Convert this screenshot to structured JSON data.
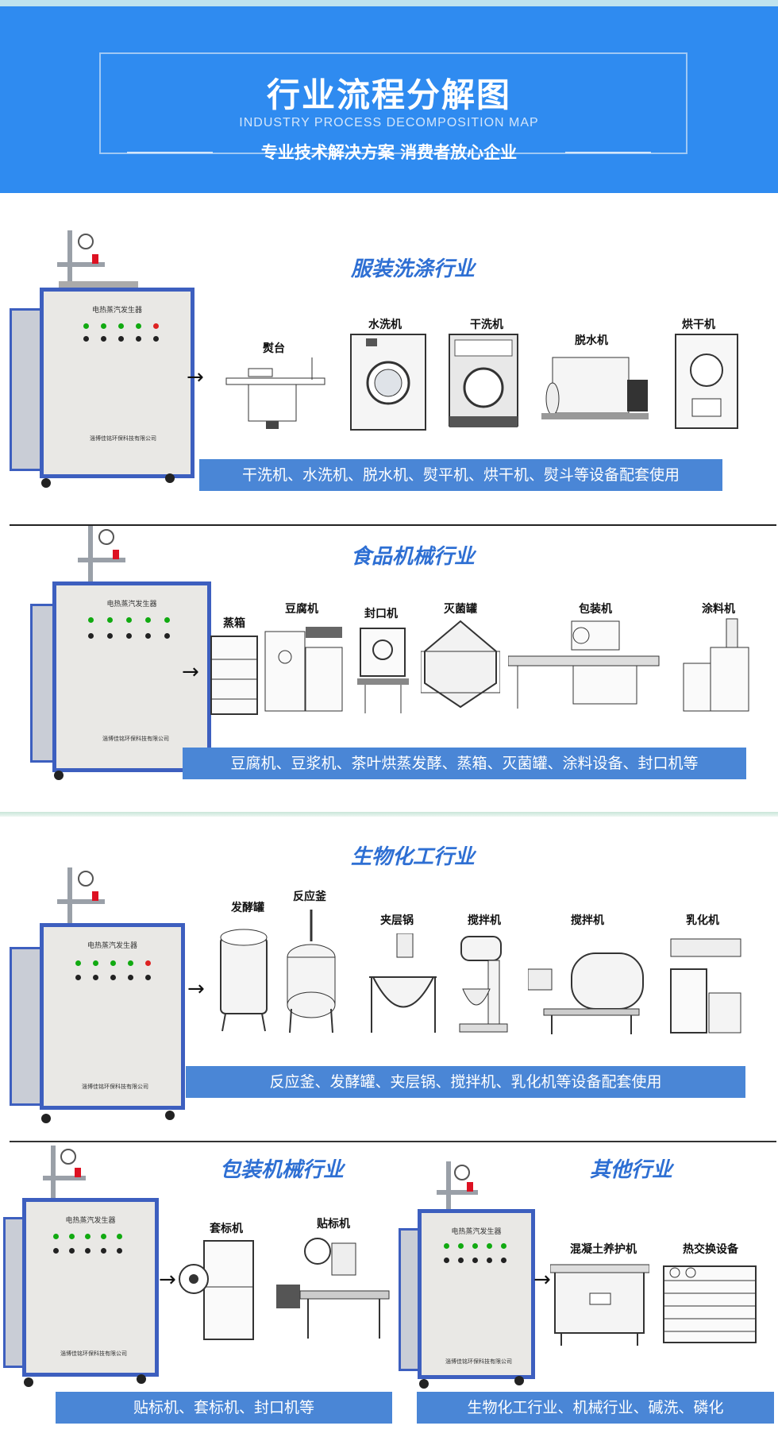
{
  "header": {
    "title": "行业流程分解图",
    "subtitle_en": "INDUSTRY PROCESS DECOMPOSITION MAP",
    "slogan": "专业技术解决方案 消费者放心企业"
  },
  "generator": {
    "label": "电热蒸汽发生器",
    "maker": "淄博佳铭环保科技有限公司"
  },
  "sections": [
    {
      "title": "服装洗涤行业",
      "machines": [
        "熨台",
        "水洗机",
        "干洗机",
        "脱水机",
        "烘干机"
      ],
      "caption": "干洗机、水洗机、脱水机、熨平机、烘干机、熨斗等设备配套使用"
    },
    {
      "title": "食品机械行业",
      "machines": [
        "蒸箱",
        "豆腐机",
        "封口机",
        "灭菌罐",
        "包装机",
        "涂料机"
      ],
      "caption": "豆腐机、豆浆机、茶叶烘蒸发酵、蒸箱、灭菌罐、涂料设备、封口机等"
    },
    {
      "title": "生物化工行业",
      "machines": [
        "发酵罐",
        "反应釜",
        "夹层锅",
        "搅拌机",
        "搅拌机",
        "乳化机"
      ],
      "caption": "反应釜、发酵罐、夹层锅、搅拌机、乳化机等设备配套使用"
    },
    {
      "title": "包装机械行业",
      "machines": [
        "套标机",
        "贴标机"
      ],
      "caption": "贴标机、套标机、封口机等"
    },
    {
      "title": "其他行业",
      "machines": [
        "混凝土养护机",
        "热交换设备"
      ],
      "caption": "生物化工行业、机械行业、碱洗、磷化"
    }
  ],
  "colors": {
    "header_blue": "#2f8bf0",
    "caption_blue": "#4a86d6",
    "title_blue": "#2e6fd3",
    "frame_blue": "#3d5fbf"
  },
  "icons": {
    "arrow": "→"
  }
}
